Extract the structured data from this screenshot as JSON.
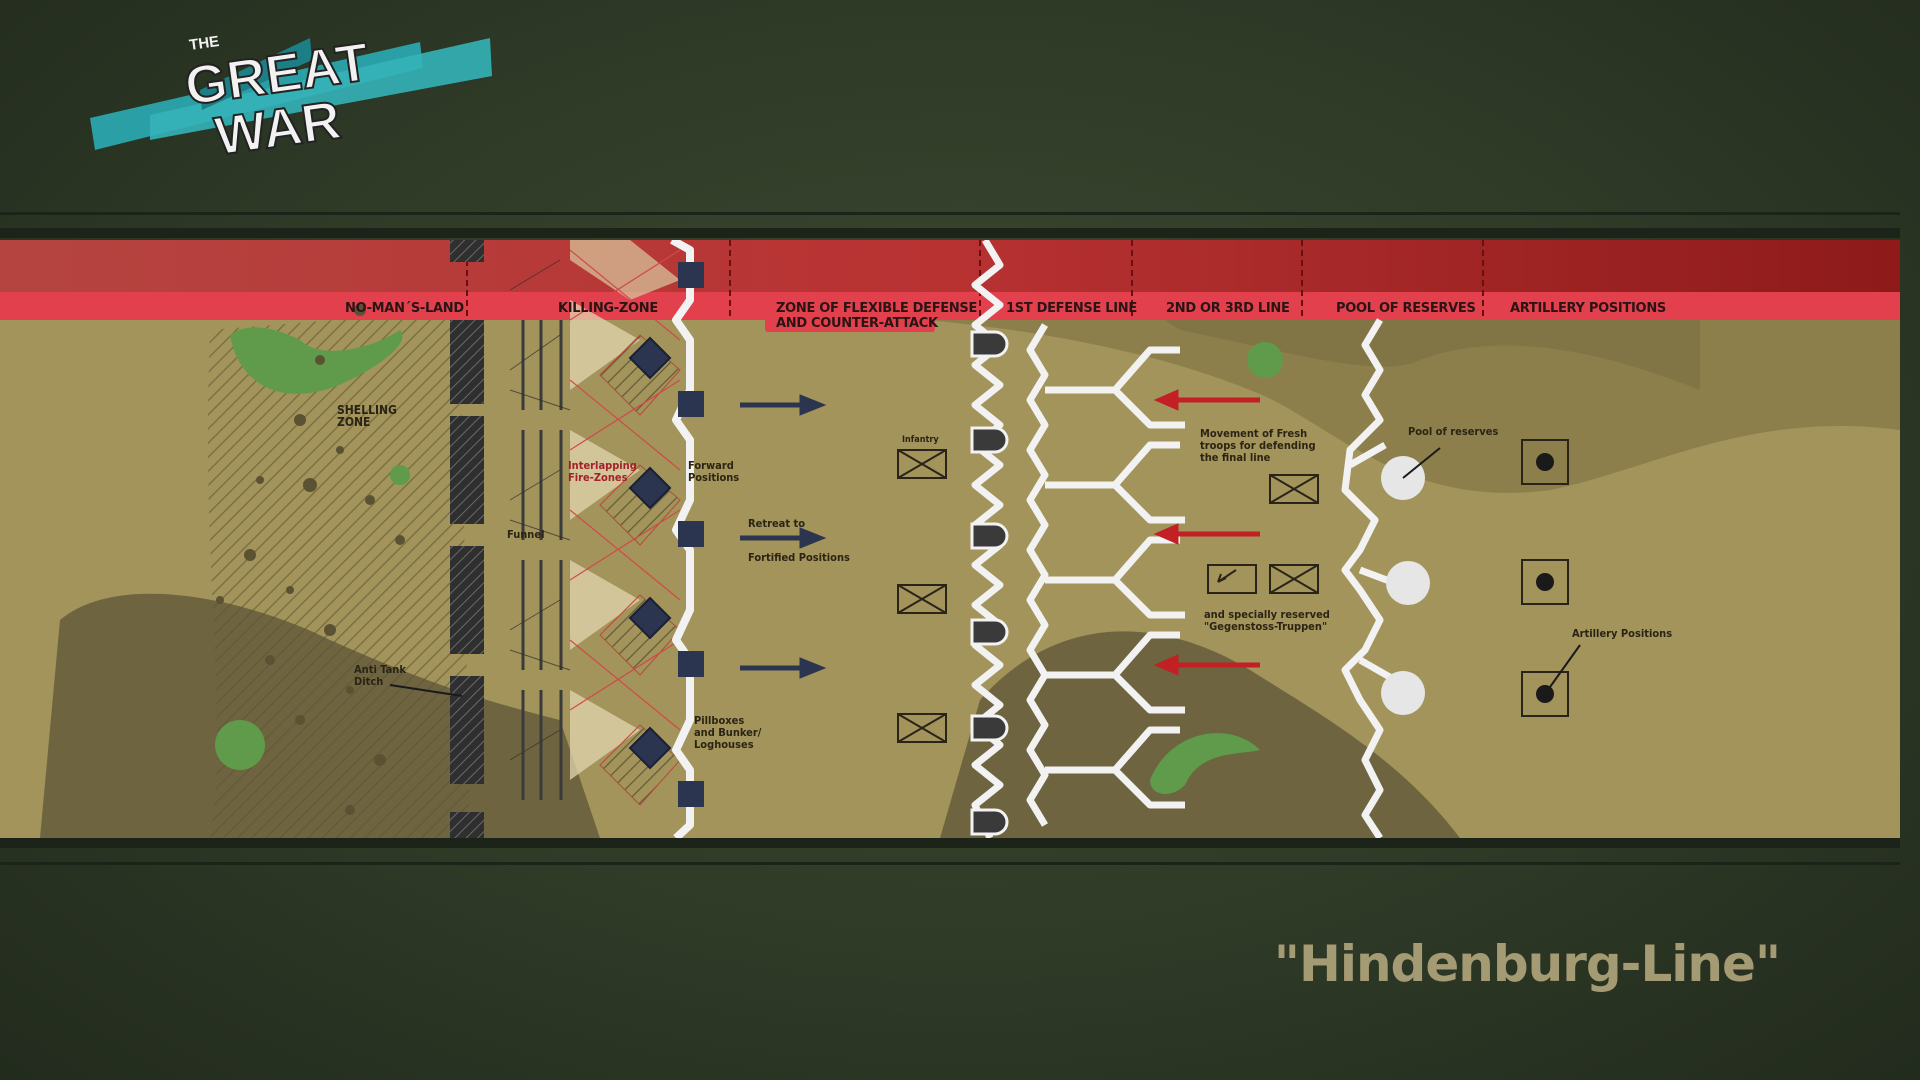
{
  "logo": {
    "the": "THE",
    "great": "GREAT",
    "war": "WAR"
  },
  "title": "\"Hindenburg-Line\"",
  "zones": [
    "NO-MAN´S-LAND",
    "KILLING-ZONE",
    "ZONE OF FLEXIBLE DEFENSE\nAND COUNTER-ATTACK",
    "1ST DEFENSE LINE",
    "2ND OR 3RD LINE",
    "POOL OF RESERVES",
    "ARTILLERY POSITIONS"
  ],
  "annotations": {
    "shelling_zone": "SHELLING\nZONE",
    "anti_tank_ditch": "Anti Tank\nDitch",
    "funnel": "Funnel",
    "interlapping": "Interlapping\nFire-Zones",
    "forward_positions": "Forward\nPositions",
    "pillboxes": "Pillboxes\nand Bunker/\nLoghouses",
    "retreat_to": "Retreat to",
    "fortified_positions": "Fortified Positions",
    "infantry": "Infantry",
    "movement": "Movement of Fresh\ntroops for defending\nthe final line",
    "specially_reserved": "and specially reserved\n\"Gegenstoss-Truppen\"",
    "pool_of_reserves": "Pool of reserves",
    "artillery_positions": "Artillery Positions"
  },
  "colors": {
    "band": "#e23b4a",
    "band_dark": "#8f1d1d",
    "terrain_light": "#a89a5e",
    "terrain_dark": "#6e6440",
    "trench": "#eeeeee",
    "bunker": "#2c3550",
    "arrow_red": "#c22025"
  }
}
